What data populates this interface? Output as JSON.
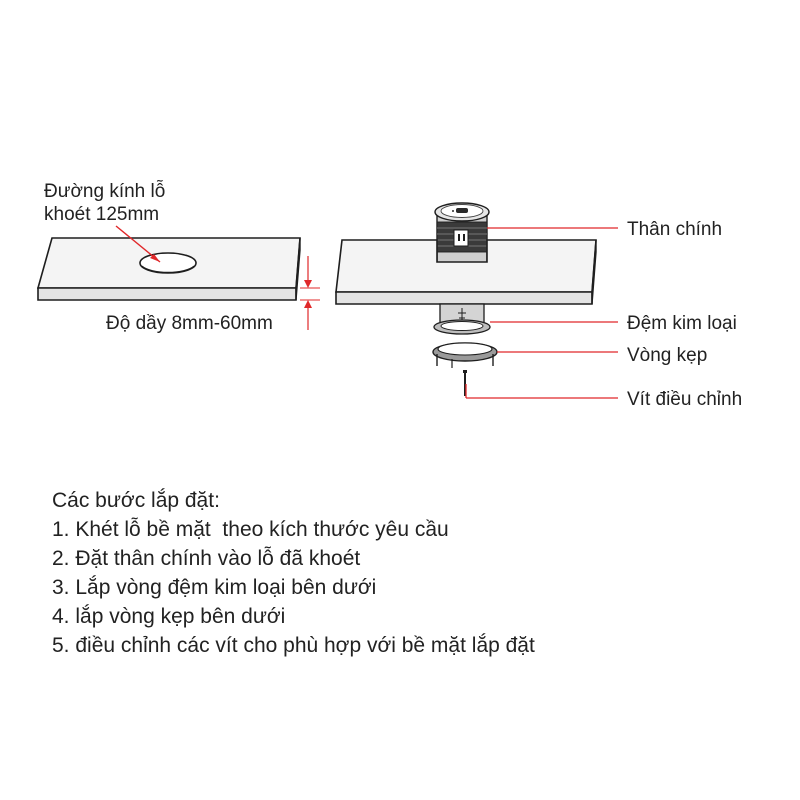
{
  "diagram": {
    "hole_label_line1": "Đường kính lỗ",
    "hole_label_line2": "khoét 125mm",
    "thickness_label": "Độ dầy 8mm-60mm",
    "parts": [
      {
        "label": "Thân chính"
      },
      {
        "label": "Đệm kim loại"
      },
      {
        "label": "Vòng kẹp"
      },
      {
        "label": "Vít điều chỉnh"
      }
    ],
    "accent_color": "#e0282a",
    "line_color": "#1e1e1e",
    "panel_color": "#f2f2f2"
  },
  "instructions": {
    "title": "Các bước lắp đặt:",
    "steps": [
      "1. Khét lỗ bề mặt  theo kích thước yêu cầu",
      "2. Đặt thân chính vào lỗ đã khoét",
      "3. Lắp vòng đệm kim loại bên dưới",
      "4. lắp vòng kẹp bên dưới",
      "5. điều chỉnh các vít cho phù hợp với bề mặt lắp đặt"
    ]
  }
}
